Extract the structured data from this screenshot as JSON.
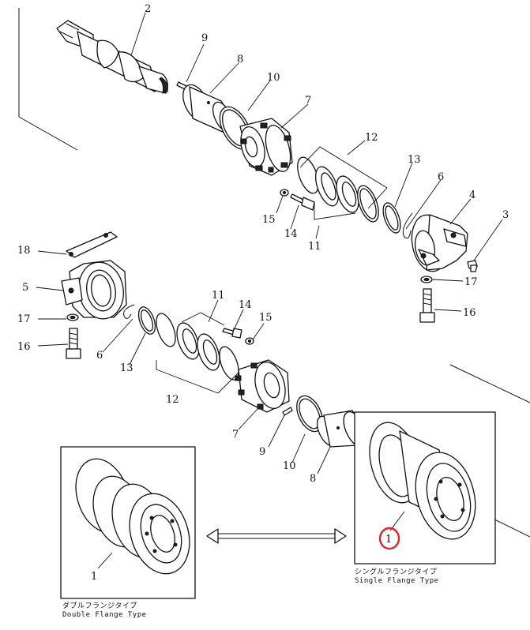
{
  "diagram": {
    "callouts": {
      "c2": "2",
      "c9a": "9",
      "c8a": "8",
      "c10a": "10",
      "c7a": "7",
      "c12a": "12",
      "c13a": "13",
      "c6a": "6",
      "c4": "4",
      "c3": "3",
      "c15a": "15",
      "c14a": "14",
      "c11a": "11",
      "c17a": "17",
      "c16a": "16",
      "c18": "18",
      "c5": "5",
      "c17b": "17",
      "c16b": "16",
      "c6b": "6",
      "c13b": "13",
      "c11b": "11",
      "c14b": "14",
      "c15b": "15",
      "c12b": "12",
      "c7b": "7",
      "c9b": "9",
      "c10b": "10",
      "c8b": "8",
      "c1a": "1",
      "c1b": "1"
    },
    "captions": {
      "double_jp": "ダブルフランジタイプ",
      "double_en": "Double  Flange  Type",
      "single_jp": "シングルフランジタイプ",
      "single_en": "Single  Flange  Type"
    },
    "highlight_color": "#e0262a"
  }
}
